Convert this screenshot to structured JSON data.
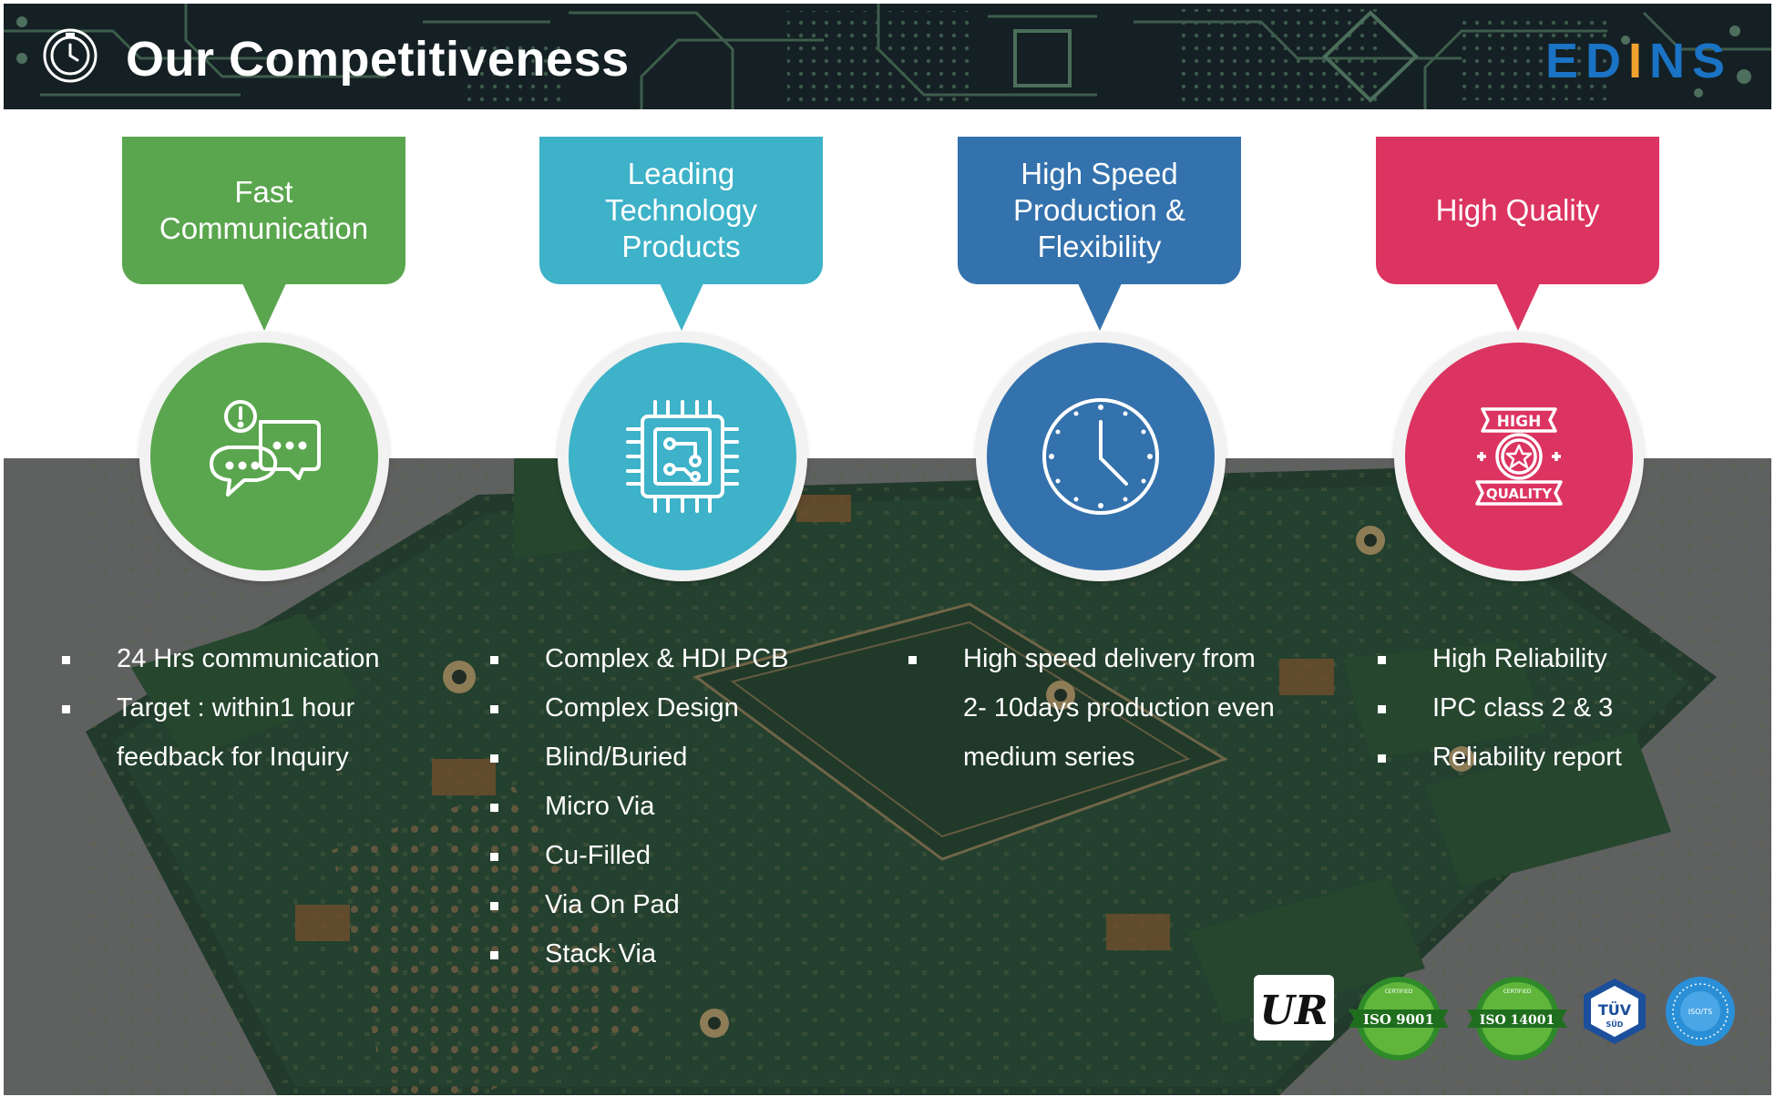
{
  "header": {
    "title": "Our Competitiveness",
    "logo": {
      "pre": "ED",
      "accent": "I",
      "post": "NS"
    }
  },
  "colors": {
    "green": "#5aa64e",
    "cyan": "#3db2c8",
    "blue": "#3472ad",
    "pink": "#dc3460",
    "logo_blue": "#1a73c4",
    "logo_orange": "#f0a22e"
  },
  "pillars": [
    {
      "title": "Fast\nCommunication",
      "icon": "chat-bubbles-icon",
      "items": [
        "24 Hrs communication",
        "Target : within1 hour",
        "feedback for Inquiry"
      ],
      "bulleted": [
        true,
        true,
        false
      ]
    },
    {
      "title": "Leading\nTechnology\nProducts",
      "icon": "circuit-chip-icon",
      "items": [
        "Complex & HDI  PCB",
        "Complex Design",
        "Blind/Buried",
        "Micro Via",
        "Cu-Filled",
        "Via On Pad",
        "Stack Via"
      ],
      "bulleted": [
        true,
        true,
        true,
        true,
        true,
        true,
        true
      ]
    },
    {
      "title": "High Speed\nProduction  &\nFlexibility",
      "icon": "clock-icon",
      "items": [
        "High speed delivery from",
        "2- 10days production even",
        "medium series"
      ],
      "bulleted": [
        true,
        false,
        false
      ]
    },
    {
      "title": "High Quality",
      "icon": "high-quality-badge-icon",
      "badge_text": {
        "top": "HIGH",
        "bottom": "QUALITY"
      },
      "items": [
        "High Reliability",
        "IPC class 2 & 3",
        "Reliability report"
      ],
      "bulleted": [
        true,
        true,
        true
      ]
    }
  ],
  "certifications": [
    {
      "name": "ul-mark",
      "text": "UR"
    },
    {
      "name": "iso-9001-seal",
      "text": "ISO 9001",
      "sub": "CERTIFIED"
    },
    {
      "name": "iso-14001-seal",
      "text": "ISO 14001",
      "sub": "CERTIFIED"
    },
    {
      "name": "tuv-sud-mark",
      "text": "TÜV",
      "sub": "SÜD"
    },
    {
      "name": "iso-ts-seal",
      "text": "ISO/TS"
    }
  ]
}
